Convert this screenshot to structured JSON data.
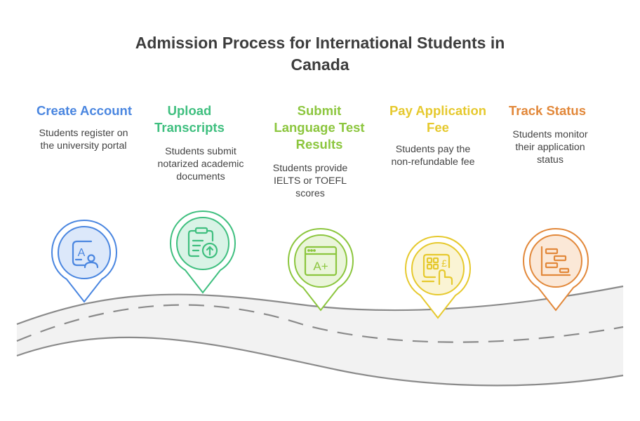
{
  "title": "Admission Process for International Students in Canada",
  "steps": [
    {
      "title": "Create Account",
      "description": "Students register on the university portal",
      "color": "#4a86e0",
      "icon": "account-profile-icon"
    },
    {
      "title": "Upload Transcripts",
      "description": "Students submit notarized academic documents",
      "color": "#3fbf7f",
      "icon": "clipboard-upload-icon"
    },
    {
      "title": "Submit Language Test Results",
      "description": "Students provide IELTS or TOEFL scores",
      "color": "#8cc63e",
      "icon": "grade-a-plus-icon"
    },
    {
      "title": "Pay Application Fee",
      "description": "Students pay the non-refundable fee",
      "color": "#e6c92e",
      "icon": "payment-terminal-icon"
    },
    {
      "title": "Track Status",
      "description": "Students monitor their application status",
      "color": "#e2883a",
      "icon": "gantt-chart-icon"
    }
  ],
  "icon_text": {
    "account_letter": "A",
    "grade": "A+",
    "currency": "£"
  }
}
